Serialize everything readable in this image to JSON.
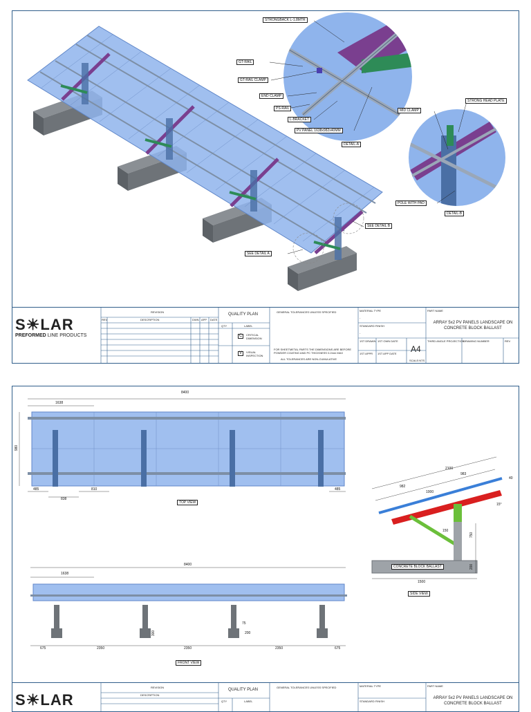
{
  "sheet1": {
    "callouts": {
      "strongback": "STRONGBACK L-1.8MTR",
      "gt_rail": "GT-RAIL",
      "gt_rail_clamp": "GT-RAIL CLAMP",
      "end_clamp": "END CLAMP",
      "ps_rail": "PS-RAIL",
      "l_bracket": "L-BRACKET",
      "pv_panel": "PV PANEL 1638x982x40MM",
      "detail_a": "DETAIL-A",
      "mid_clamp": "MID CLAMP",
      "strong_head_plate": "STRONG HEAD PLATE",
      "pole_with_pad": "POLE WITH PAD",
      "detail_b": "DETAIL-B",
      "see_detail_b": "SEE DETAIL B",
      "see_detail_a": "SEE DETAIL A"
    }
  },
  "titleblock": {
    "revision": "REVISION",
    "rev": "REV",
    "description": "DESCRIPTION",
    "dwn": "DWN",
    "app": "APP",
    "date": "DATE",
    "quality_plan": "QUALITY PLAN",
    "qty": "QTY",
    "label": "LABEL",
    "c": "C",
    "critical_dimension": "CRITICAL DIMENSION",
    "v": "V",
    "visual_inspection": "VISUAL INSPECTION",
    "general_tolerances": "GENERAL TOLERANCES UNLESS SPECIFIED",
    "all_tolerances": "ALL TOLERANCES ARE NON-CUMULATIVE",
    "metal_note": "FOR SHEETMETAL PARTS THE DIMENSIONS ARE BEFORE POWDER COATING AND PC THICKNESS 0.2mm MAX",
    "material_type": "MATERIAL TYPE",
    "standard_finish": "STANDARD FINISH",
    "dash": "-",
    "first_drawn": "1ST DRAWN",
    "first_own_date": "1ST OWN DATE",
    "first_appr": "1ST APPR",
    "first_app_date": "1ST APP DATE",
    "sheet_size": "A4",
    "scale": "SCALE:NTS",
    "part_name_label": "PART NAME",
    "part_name": "ARRAY 5x2 PV PANELS LANDSCAPE ON CONCRETE BLOCK BALLAST",
    "third_angle": "THIRD ANGLE PROJECTION",
    "drawing_number": "DRAWING NUMBER",
    "rev2": "REV",
    "logo_main": "S☀LAR",
    "logo_sub_bold": "PREFORMED",
    "logo_sub": "LINE PRODUCTS"
  },
  "sheet2": {
    "top_view": {
      "label": "TOP VIEW",
      "dim_total": "8400",
      "dim_panel": "1638",
      "dim_height": "980",
      "dim_left": "485",
      "dim_838": "838",
      "dim_810": "810",
      "dim_right": "485"
    },
    "front_view": {
      "label": "FRONT VIEW",
      "dim_total": "8400",
      "dim_panel": "1638",
      "dim_75": "75",
      "dim_200": "200",
      "dim_300": "300",
      "spans": [
        "675",
        "2350",
        "2350",
        "2350",
        "675"
      ]
    },
    "side_view": {
      "label": "SIDE VIEW",
      "ballast_label": "CONCRETE BLOCK BALLAST",
      "dim_2100": "2100",
      "dim_983": "983",
      "dim_982": "982",
      "dim_1000": "1000",
      "dim_15": "15°",
      "dim_150": "150",
      "dim_750": "750",
      "dim_200": "200",
      "dim_1500": "1500",
      "dim_40": "40"
    }
  },
  "colors": {
    "panel": "#8fb4ec",
    "panel_edge": "#5f86c8",
    "purple": "#7a3f8f",
    "green": "#2e8b57",
    "concrete": "#6e7378",
    "frame": "#2f5d8a",
    "red": "#d91f1f"
  }
}
